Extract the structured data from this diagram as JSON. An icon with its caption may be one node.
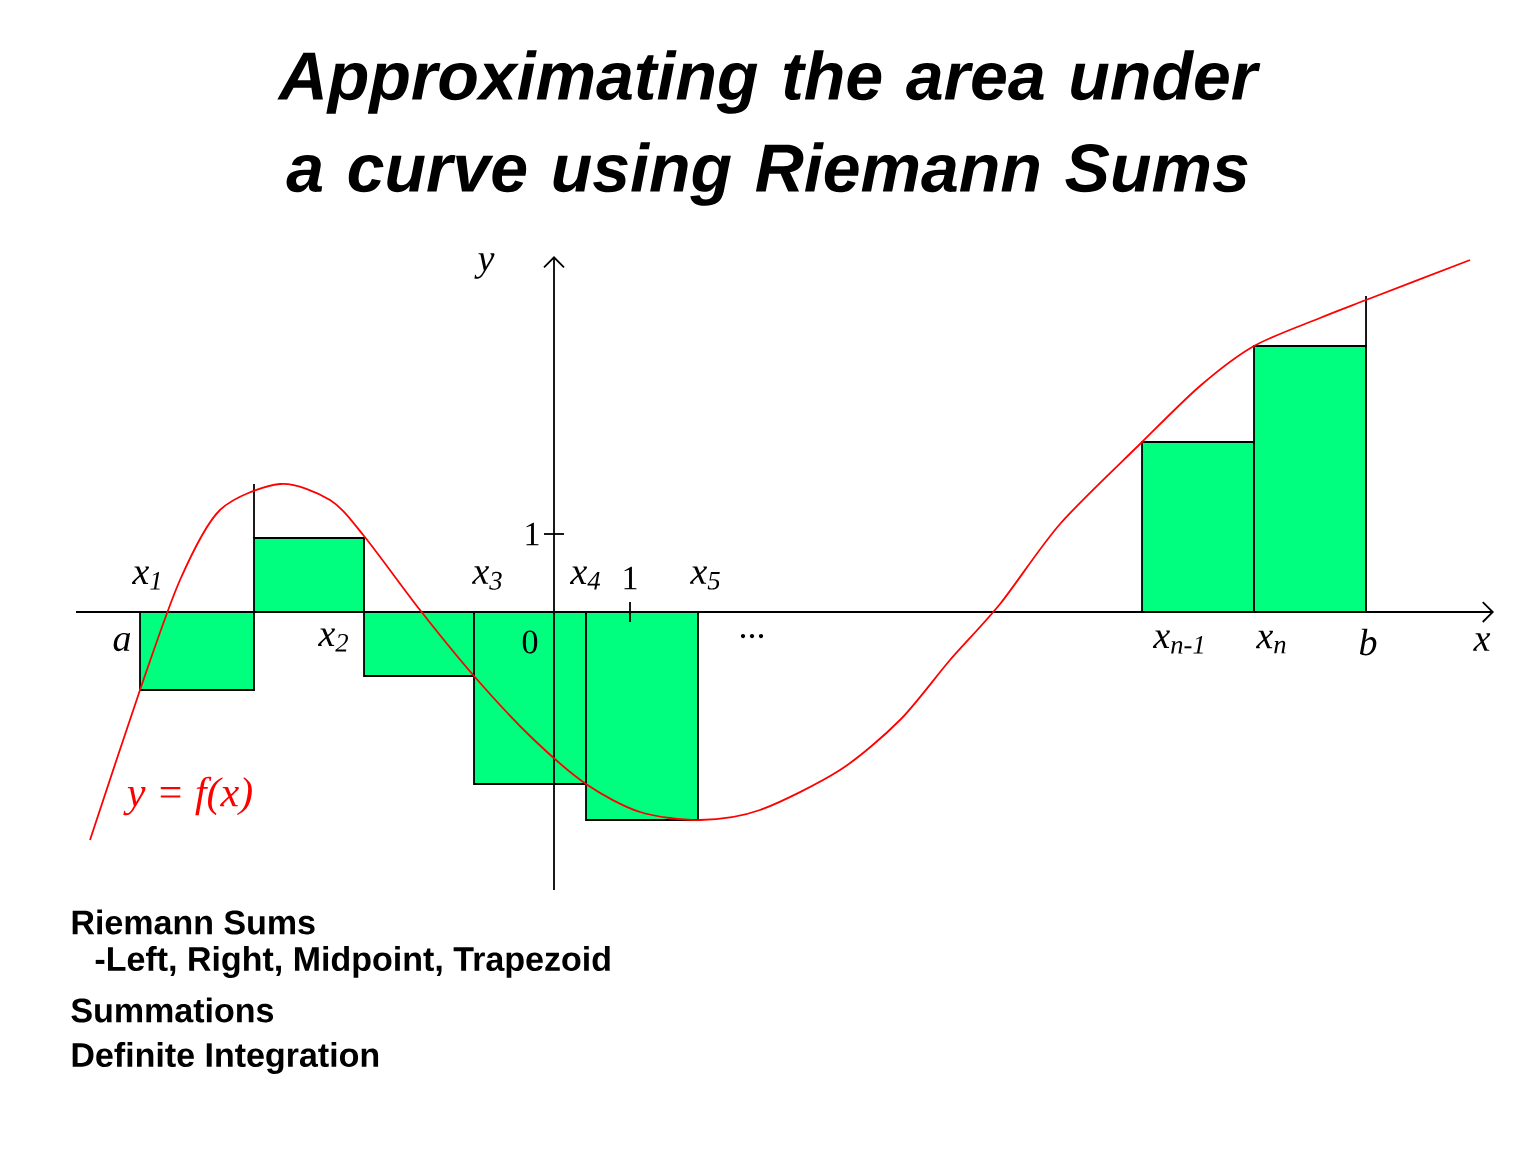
{
  "diagram": {
    "title": "Approximating the area under a curve using Riemann Sums",
    "labels": [
      "y",
      "1",
      "x$_{1}$",
      "x$_{3}$",
      "x$_{4}$",
      "1",
      "x$_{5}$",
      "a",
      "x$_{2}$",
      "0",
      "...",
      "x$_{n-1}$",
      "x$_{n}$",
      "b",
      "x",
      "y = f(x)",
      "Riemann Sums",
      "-Left, Right, Midpoint, Trapezoid",
      "Summations",
      "Definite Integration"
    ]
  }
}
